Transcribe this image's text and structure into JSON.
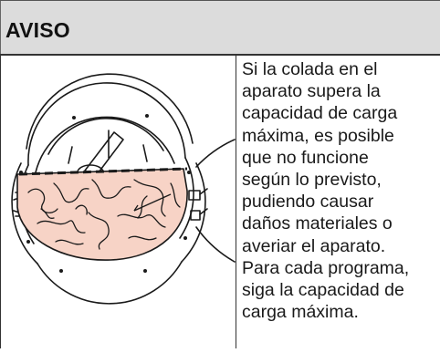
{
  "notice": {
    "title": "AVISO",
    "body_lines": [
      "Si la colada en el",
      "aparato supera la",
      "capacidad de carga",
      "máxima, es posible",
      "que no funcione",
      "según lo previsto,",
      "pudiendo causar",
      "daños materiales o",
      "averiar el aparato.",
      "Para cada programa,",
      "siga la capacidad de",
      "carga máxima."
    ],
    "illustration": {
      "subject": "dryer-drum-overloaded-with-laundry",
      "laundry_color": "#f7d3c6",
      "line_color": "#1a1a1a"
    },
    "colors": {
      "header_background": "#dcdcdc",
      "rule": "#333333"
    }
  }
}
